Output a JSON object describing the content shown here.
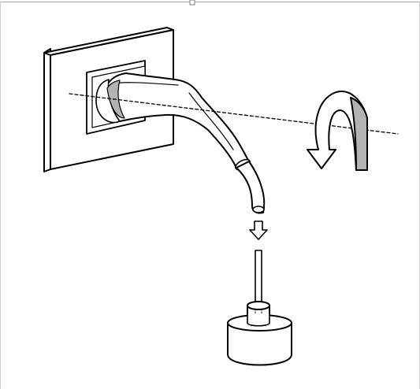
{
  "figure": {
    "kind": "installation-illustration",
    "parts": [
      "wall-plate",
      "spout",
      "rotation-axis",
      "rotate-arrow",
      "insert-arrow",
      "tool-rod",
      "tool-base"
    ]
  },
  "colors": {
    "background": "#ffffff",
    "stroke": "#000000",
    "fill": "#ffffff",
    "shade": "#b3b3b3",
    "frame": "#a6a6a6"
  },
  "icons": {
    "rotate": "curved-rotate-arrow-icon",
    "insert": "down-arrow-icon"
  }
}
